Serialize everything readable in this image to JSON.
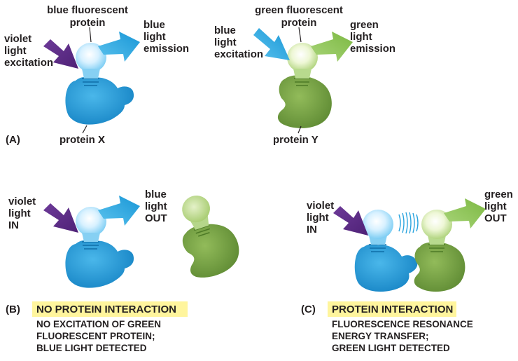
{
  "panel_a": {
    "tag": "(A)",
    "left": {
      "fp_label": [
        "blue fluorescent",
        "protein"
      ],
      "excitation_label": [
        "violet",
        "light",
        "excitation"
      ],
      "emission_label": [
        "blue",
        "light",
        "emission"
      ],
      "protein_label": "protein X"
    },
    "right": {
      "fp_label": [
        "green fluorescent",
        "protein"
      ],
      "excitation_label": [
        "blue",
        "light",
        "excitation"
      ],
      "emission_label": [
        "green",
        "light",
        "emission"
      ],
      "protein_label": "protein Y"
    }
  },
  "panel_b": {
    "tag": "(B)",
    "in_label": [
      "violet",
      "light",
      "IN"
    ],
    "out_label": [
      "blue",
      "light",
      "OUT"
    ],
    "heading": "NO PROTEIN INTERACTION",
    "description": [
      "NO EXCITATION OF GREEN",
      "FLUORESCENT PROTEIN;",
      "BLUE LIGHT DETECTED"
    ]
  },
  "panel_c": {
    "tag": "(C)",
    "in_label": [
      "violet",
      "light",
      "IN"
    ],
    "out_label": [
      "green",
      "light",
      "OUT"
    ],
    "heading": "PROTEIN INTERACTION",
    "description": [
      "FLUORESCENCE RESONANCE",
      "ENERGY TRANSFER;",
      "GREEN LIGHT DETECTED"
    ]
  },
  "colors": {
    "violet_arrow": "#5b2a86",
    "blue_arrow": "#1ea7e1",
    "green_arrow": "#8cc24d",
    "blue_protein": "#1e9ad6",
    "green_protein": "#79a545",
    "highlight": "#fff59d"
  }
}
